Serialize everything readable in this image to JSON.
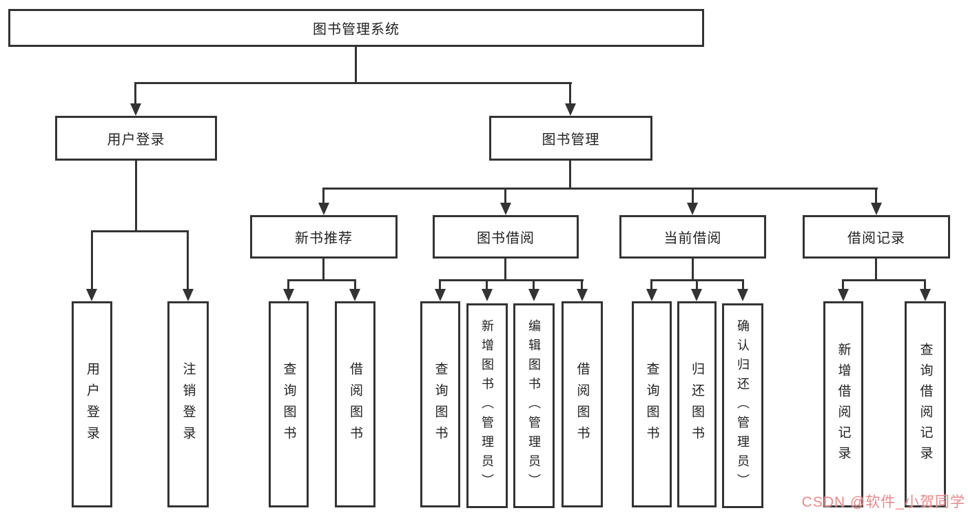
{
  "nodes": {
    "root": "图书管理系统",
    "user_login": "用户登录",
    "book_mgmt": "图书管理",
    "new_book_rec": "新书推荐",
    "book_borrow": "图书借阅",
    "current_borrow": "当前借阅",
    "borrow_records": "借阅记录",
    "leaf_user_login": "用户登录",
    "leaf_logout": "注销登录",
    "leaf_query_books_a": "查询图书",
    "leaf_borrow_books_a": "借阅图书",
    "leaf_query_books_b": "查询图书",
    "leaf_add_books": "新增图书（管理员）",
    "leaf_edit_books": "编辑图书（管理员）",
    "leaf_borrow_books_b": "借阅图书",
    "leaf_query_books_c": "查询图书",
    "leaf_return_books": "归还图书",
    "leaf_confirm_return": "确认归还（管理员）",
    "leaf_add_record": "新增借阅记录",
    "leaf_query_record": "查询借阅记录"
  },
  "watermark": {
    "text": "CSDN @软件_小贺同学",
    "color": "#ef7c7c"
  },
  "colors": {
    "background": "#ffffff",
    "line": "#333333",
    "box_border": "#333333",
    "text": "#222222"
  }
}
